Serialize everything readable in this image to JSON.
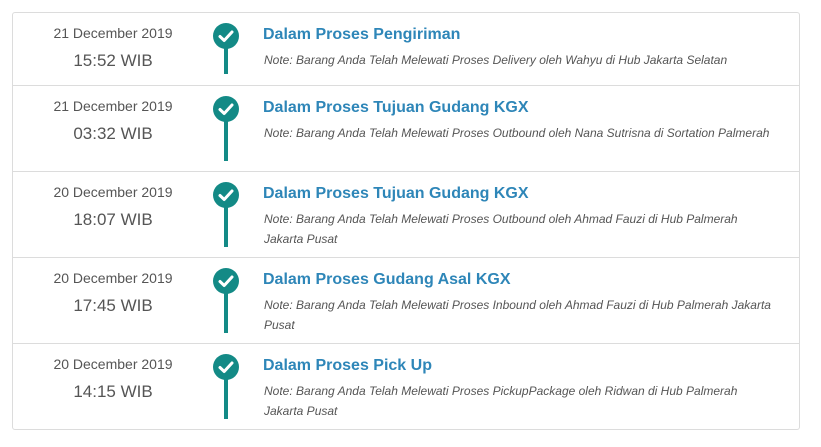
{
  "entries": [
    {
      "date": "21 December 2019",
      "time": "15:52 WIB",
      "status": "Dalam Proses Pengiriman",
      "note": "Note: Barang Anda Telah Melewati Proses Delivery oleh Wahyu di Hub Jakarta Selatan"
    },
    {
      "date": "21 December 2019",
      "time": "03:32 WIB",
      "status": "Dalam Proses Tujuan Gudang KGX",
      "note": "Note: Barang Anda Telah Melewati Proses Outbound oleh Nana Sutrisna di Sortation Palmerah"
    },
    {
      "date": "20 December 2019",
      "time": "18:07 WIB",
      "status": "Dalam Proses Tujuan Gudang KGX",
      "note": "Note: Barang Anda Telah Melewati Proses Outbound oleh Ahmad Fauzi di Hub Palmerah Jakarta Pusat"
    },
    {
      "date": "20 December 2019",
      "time": "17:45 WIB",
      "status": "Dalam Proses Gudang Asal KGX",
      "note": "Note: Barang Anda Telah Melewati Proses Inbound oleh Ahmad Fauzi di Hub Palmerah Jakarta Pusat"
    },
    {
      "date": "20 December 2019",
      "time": "14:15 WIB",
      "status": "Dalam Proses Pick Up",
      "note": "Note: Barang Anda Telah Melewati Proses PickupPackage oleh Ridwan di Hub Palmerah Jakarta Pusat"
    }
  ],
  "icons": {
    "status_icon": "check-circle-icon"
  },
  "colors": {
    "accent": "#138a86",
    "title": "#2e86b8",
    "text": "#555555",
    "border": "#dcdcdc"
  }
}
